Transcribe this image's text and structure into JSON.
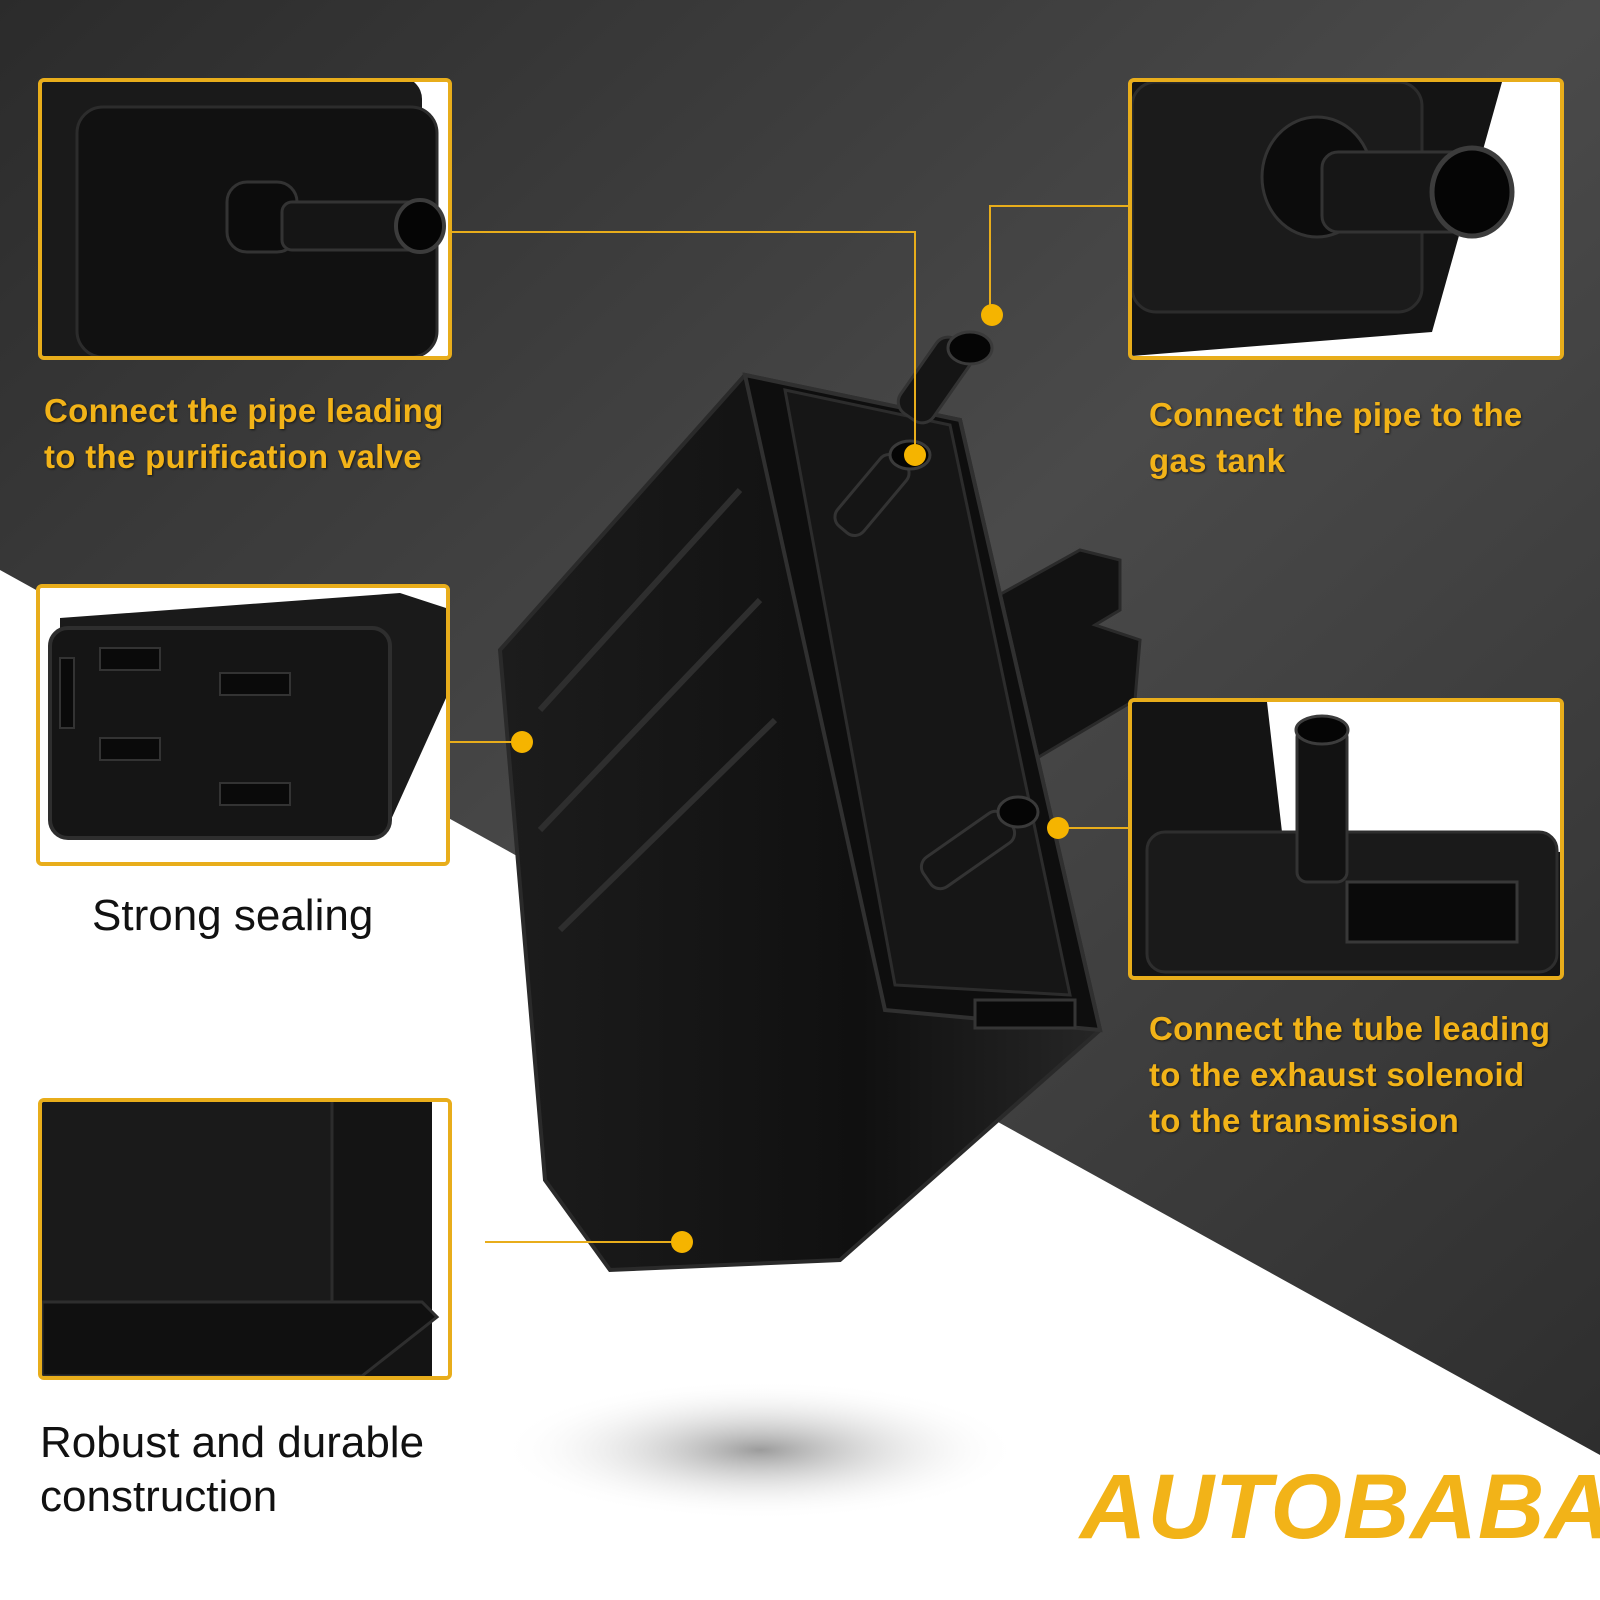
{
  "brand": {
    "name": "AUTOBABA"
  },
  "colors": {
    "accent": "#f2b318",
    "panel_border": "#e8ad1b",
    "background_dark": "#3a3a3a",
    "product": "#141414"
  },
  "callouts": {
    "purge_valve": {
      "lines": [
        "Connect the pipe leading",
        "to the purification valve"
      ]
    },
    "gas_tank": {
      "lines": [
        "Connect the pipe to the",
        "gas tank"
      ]
    },
    "sealing": {
      "lines": [
        "Strong sealing"
      ]
    },
    "exhaust": {
      "lines": [
        "Connect the tube leading",
        "to the exhaust solenoid",
        "to the transmission"
      ]
    },
    "construction": {
      "lines": [
        "Robust and durable",
        "construction"
      ]
    }
  }
}
